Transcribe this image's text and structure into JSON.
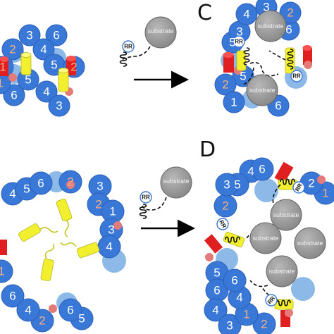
{
  "panels": {
    "c": "C",
    "d": "D"
  },
  "labels": {
    "substrate": "substrate",
    "rr": "RR"
  },
  "ring_a": [
    "3",
    "6",
    "4",
    "2",
    "1",
    "5",
    "5",
    "6",
    "4",
    "3",
    "1",
    "2"
  ],
  "ring_b": [
    "2",
    "3",
    "4",
    "5",
    "6",
    "2",
    "1",
    "3",
    "4",
    "6",
    "1",
    "2",
    "5",
    "4",
    "6"
  ],
  "ring_c": [
    "3",
    "6",
    "2",
    "5",
    "5",
    "2",
    "1",
    "3",
    "6",
    "4"
  ],
  "ring_d": [
    "4",
    "6",
    "5",
    "2",
    "3",
    "1",
    "2",
    "5",
    "6",
    "4",
    "3",
    "2",
    "1",
    "4",
    "6"
  ],
  "colors": {
    "subunit": "#3a78d8",
    "subunit_edge": "#2a5fb8",
    "cylinder": "#f2ef2e",
    "red": "#e02020",
    "pink": "#e47b7b",
    "light_blue": "#8db9e8",
    "substrate": "#9e9e9e",
    "orange_text": "#f0b080"
  }
}
